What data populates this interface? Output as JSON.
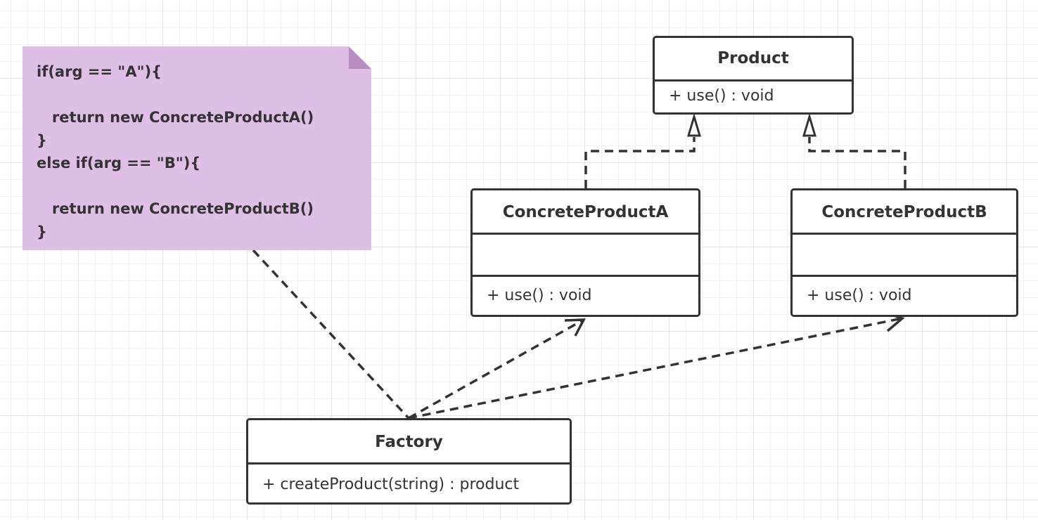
{
  "note": {
    "lines": [
      "if(arg == \"A\"){",
      "",
      "   return new ConcreteProductA()",
      "}",
      "else if(arg == \"B\"){",
      "",
      "   return new ConcreteProductB()",
      "}"
    ],
    "fill_color": "#e0bfe7",
    "fold_color": "#b78dbf"
  },
  "classes": {
    "product": {
      "name": "Product",
      "methods": [
        "+ use() : void"
      ]
    },
    "concrete_product_a": {
      "name": "ConcreteProductA",
      "methods": [
        "+ use() : void"
      ]
    },
    "concrete_product_b": {
      "name": "ConcreteProductB",
      "methods": [
        "+ use() : void"
      ]
    },
    "factory": {
      "name": "Factory",
      "methods": [
        "+ createProduct(string) : product"
      ]
    }
  },
  "relations": [
    {
      "type": "realization",
      "from": "ConcreteProductA",
      "to": "Product"
    },
    {
      "type": "realization",
      "from": "ConcreteProductB",
      "to": "Product"
    },
    {
      "type": "dependency",
      "from": "Factory",
      "to": "ConcreteProductA"
    },
    {
      "type": "dependency",
      "from": "Factory",
      "to": "ConcreteProductB"
    },
    {
      "type": "note-anchor",
      "from": "note",
      "to": "Factory"
    }
  ],
  "colors": {
    "stroke": "#333333",
    "text": "#333333",
    "grid_major": "#e3e3e3",
    "grid_minor": "#f2f2f2"
  }
}
